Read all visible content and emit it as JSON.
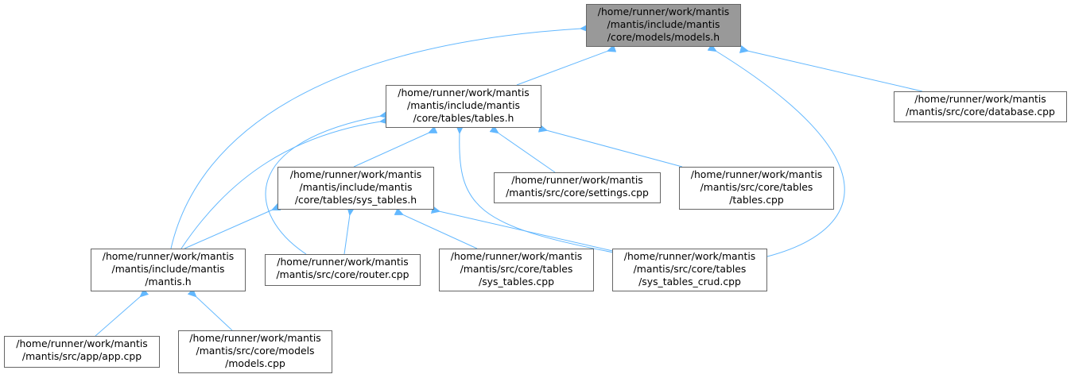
{
  "diagram": {
    "type": "include-dependency-graph",
    "edge_color": "#63b8ff",
    "root_fill": "#999999",
    "nodes": [
      {
        "id": "models_h",
        "label": [
          "/home/runner/work/mantis",
          "/mantis/include/mantis",
          "/core/models/models.h"
        ],
        "root": true
      },
      {
        "id": "tables_h",
        "label": [
          "/home/runner/work/mantis",
          "/mantis/include/mantis",
          "/core/tables/tables.h"
        ]
      },
      {
        "id": "database_cpp",
        "label": [
          "/home/runner/work/mantis",
          "/mantis/src/core/database.cpp"
        ]
      },
      {
        "id": "sys_tables_h",
        "label": [
          "/home/runner/work/mantis",
          "/mantis/include/mantis",
          "/core/tables/sys_tables.h"
        ]
      },
      {
        "id": "settings_cpp",
        "label": [
          "/home/runner/work/mantis",
          "/mantis/src/core/settings.cpp"
        ]
      },
      {
        "id": "tables_cpp",
        "label": [
          "/home/runner/work/mantis",
          "/mantis/src/core/tables",
          "/tables.cpp"
        ]
      },
      {
        "id": "mantis_h",
        "label": [
          "/home/runner/work/mantis",
          "/mantis/include/mantis",
          "/mantis.h"
        ]
      },
      {
        "id": "router_cpp",
        "label": [
          "/home/runner/work/mantis",
          "/mantis/src/core/router.cpp"
        ]
      },
      {
        "id": "sys_tables_cpp",
        "label": [
          "/home/runner/work/mantis",
          "/mantis/src/core/tables",
          "/sys_tables.cpp"
        ]
      },
      {
        "id": "sys_tables_crud_cpp",
        "label": [
          "/home/runner/work/mantis",
          "/mantis/src/core/tables",
          "/sys_tables_crud.cpp"
        ]
      },
      {
        "id": "app_cpp",
        "label": [
          "/home/runner/work/mantis",
          "/mantis/src/app/app.cpp"
        ]
      },
      {
        "id": "models_cpp",
        "label": [
          "/home/runner/work/mantis",
          "/mantis/src/core/models",
          "/models.cpp"
        ]
      }
    ],
    "edges": [
      {
        "from": "tables_h",
        "to": "models_h"
      },
      {
        "from": "database_cpp",
        "to": "models_h"
      },
      {
        "from": "mantis_h",
        "to": "models_h"
      },
      {
        "from": "sys_tables_crud_cpp",
        "to": "models_h"
      },
      {
        "from": "sys_tables_h",
        "to": "tables_h"
      },
      {
        "from": "settings_cpp",
        "to": "tables_h"
      },
      {
        "from": "tables_cpp",
        "to": "tables_h"
      },
      {
        "from": "mantis_h",
        "to": "tables_h"
      },
      {
        "from": "router_cpp",
        "to": "tables_h"
      },
      {
        "from": "sys_tables_crud_cpp",
        "to": "tables_h"
      },
      {
        "from": "mantis_h",
        "to": "sys_tables_h"
      },
      {
        "from": "router_cpp",
        "to": "sys_tables_h"
      },
      {
        "from": "sys_tables_cpp",
        "to": "sys_tables_h"
      },
      {
        "from": "sys_tables_crud_cpp",
        "to": "sys_tables_h"
      },
      {
        "from": "app_cpp",
        "to": "mantis_h"
      },
      {
        "from": "models_cpp",
        "to": "mantis_h"
      }
    ]
  }
}
